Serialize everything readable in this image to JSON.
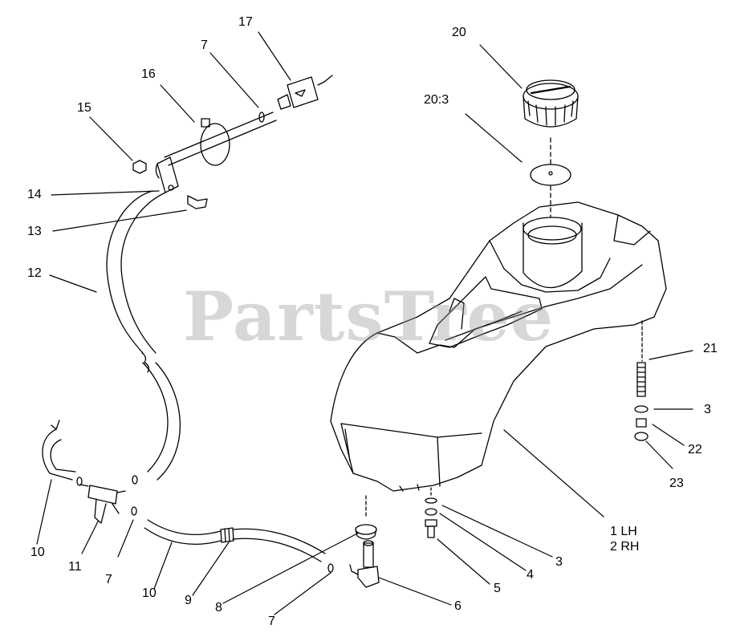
{
  "watermark": "PartsTree",
  "callouts": {
    "c1": "1 LH",
    "c1b": "2 RH",
    "c3a": "3",
    "c3b": "3",
    "c4": "4",
    "c5": "5",
    "c6": "6",
    "c7a": "7",
    "c7b": "7",
    "c7c": "7",
    "c8": "8",
    "c9": "9",
    "c10a": "10",
    "c10b": "10",
    "c11": "11",
    "c12": "12",
    "c13": "13",
    "c14": "14",
    "c15": "15",
    "c16": "16",
    "c17": "17",
    "c20": "20",
    "c203": "20:3",
    "c21": "21",
    "c22": "22",
    "c23": "23"
  }
}
